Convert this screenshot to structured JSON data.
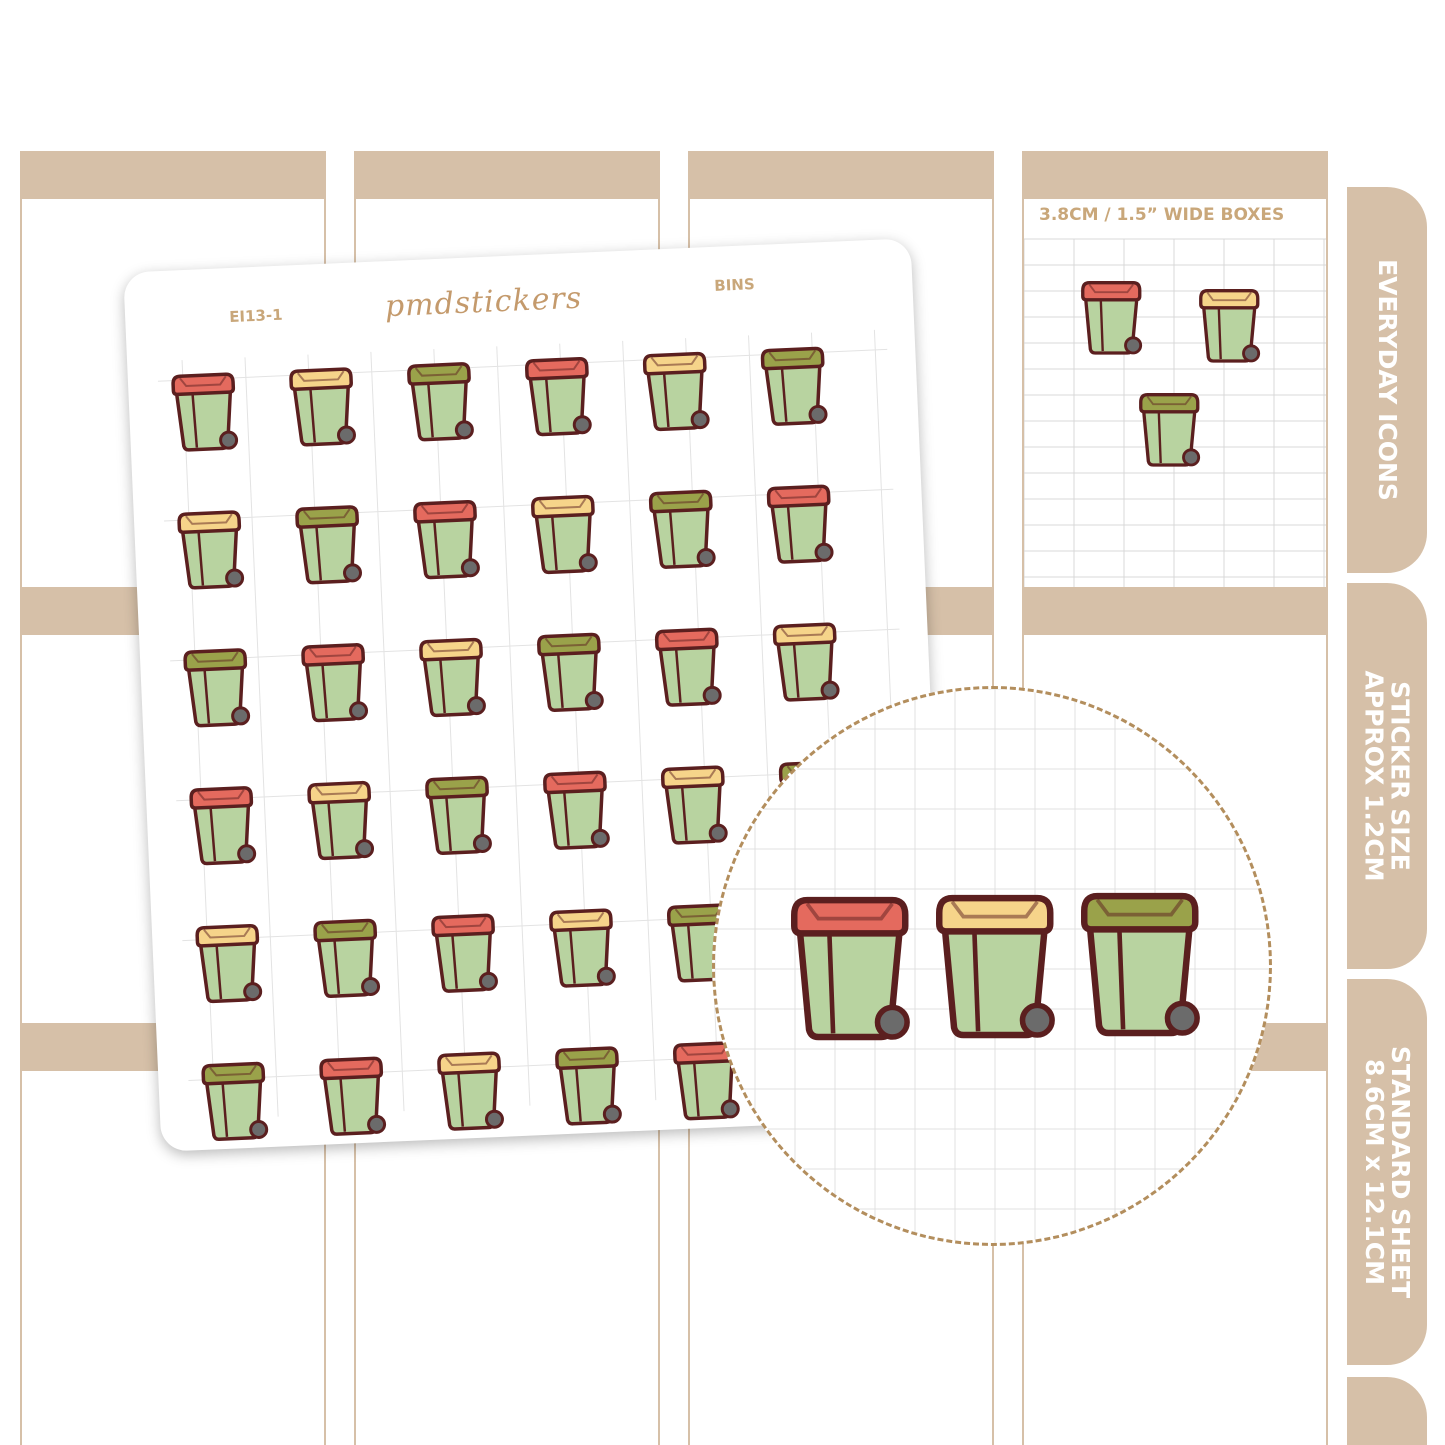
{
  "side_tabs": [
    "EVERYDAY ICONS",
    "STICKER SIZE\nAPPROX 1.2CM",
    "STANDARD SHEET\n8.6CM x 12.1CM"
  ],
  "wide_boxes_label": "3.8CM / 1.5” WIDE BOXES",
  "sheet": {
    "code": "EI13-1",
    "brand": "pmdstickers",
    "title": "BINS"
  },
  "lid_colors": [
    "#e46a5e",
    "#f6d48a",
    "#9aa24a"
  ],
  "colors": {
    "bin_body": "#b8d3a0",
    "outline": "#5b1f1f",
    "wheel": "#6b6b6b",
    "planner_band": "#d6c0a8",
    "label_tan": "#c9a77a"
  }
}
